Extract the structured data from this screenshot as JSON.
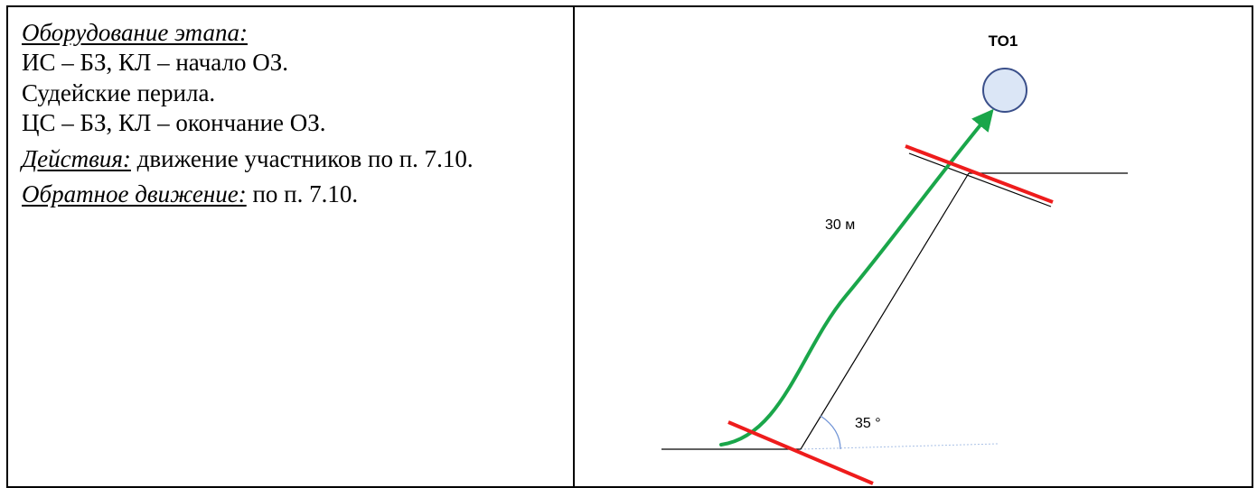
{
  "equipment": {
    "heading": "Оборудование этапа:",
    "line1": "ИС – БЗ, КЛ – начало ОЗ.",
    "line2": "Судейские перила.",
    "line3": "ЦС – БЗ, КЛ – окончание ОЗ."
  },
  "actions": {
    "heading": "Действия:",
    "text": " движение участников по п. 7.10."
  },
  "reverse": {
    "heading": "Обратное движение:",
    "text": " по п. 7.10."
  },
  "diagram": {
    "target_label": "ТО1",
    "length_label": "30 м",
    "angle_label": "35 °",
    "colors": {
      "route": "#1aa64a",
      "control_line": "#ee1c1c",
      "target_fill": "#dbe6f6",
      "target_stroke": "#3a4f8a",
      "angle_arc": "#6f93d6"
    }
  }
}
